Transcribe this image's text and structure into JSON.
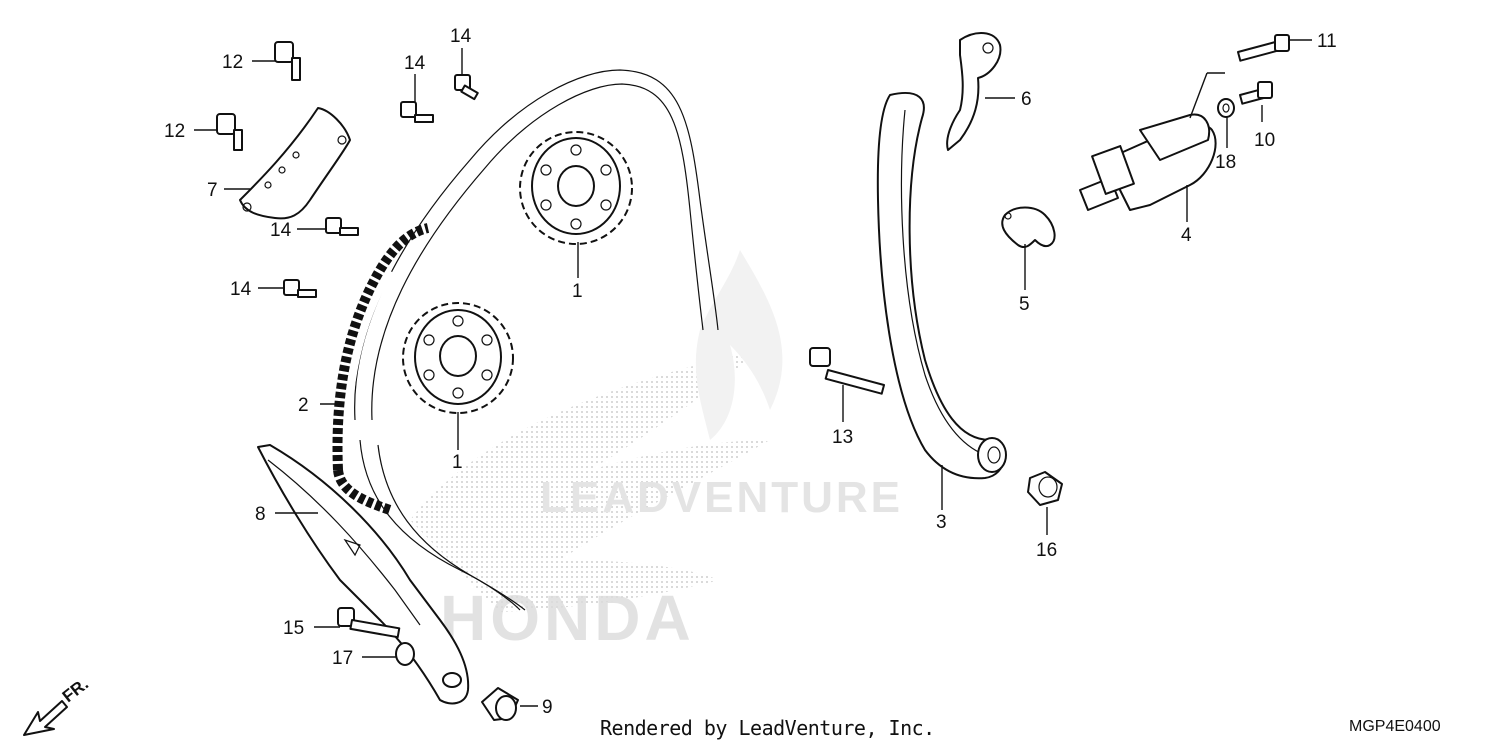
{
  "callouts": {
    "c1a": "1",
    "c1b": "1",
    "c2": "2",
    "c3": "3",
    "c4": "4",
    "c5": "5",
    "c6": "6",
    "c7": "7",
    "c8": "8",
    "c9": "9",
    "c10": "10",
    "c11": "11",
    "c12a": "12",
    "c12b": "12",
    "c13": "13",
    "c14a": "14",
    "c14b": "14",
    "c14c": "14",
    "c14d": "14",
    "c15": "15",
    "c16": "16",
    "c17": "17",
    "c18": "18"
  },
  "footer": {
    "credit": "Rendered by LeadVenture, Inc.",
    "code": "MGP4E0400"
  },
  "front_indicator": "FR.",
  "watermark": {
    "word1": "LEADVENTURE",
    "word2": "HONDA"
  }
}
